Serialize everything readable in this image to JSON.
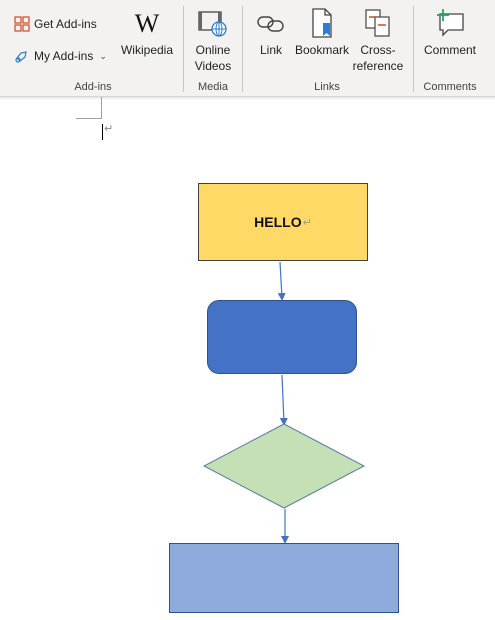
{
  "ribbon": {
    "addins": {
      "get_addins_label": "Get Add-ins",
      "my_addins_label": "My Add-ins",
      "my_addins_chevron": "⌄",
      "wikipedia_label": "Wikipedia",
      "group_label": "Add-ins"
    },
    "media": {
      "online_videos_line1": "Online",
      "online_videos_line2": "Videos",
      "group_label": "Media"
    },
    "links": {
      "link_label": "Link",
      "bookmark_label": "Bookmark",
      "cross_ref_line1": "Cross-",
      "cross_ref_line2": "reference",
      "group_label": "Links"
    },
    "comments": {
      "comment_label": "Comment",
      "group_label": "Comments"
    }
  },
  "document": {
    "paragraph_mark": "↵",
    "flowchart": {
      "box1_text": "HELLO",
      "box1_mark": "↵"
    }
  },
  "colors": {
    "yellow_box": "#ffd966",
    "blue_rounded": "#4472c4",
    "diamond_fill": "#c5e0b4",
    "bottom_rect": "#8faadc",
    "connector": "#4472c4"
  }
}
